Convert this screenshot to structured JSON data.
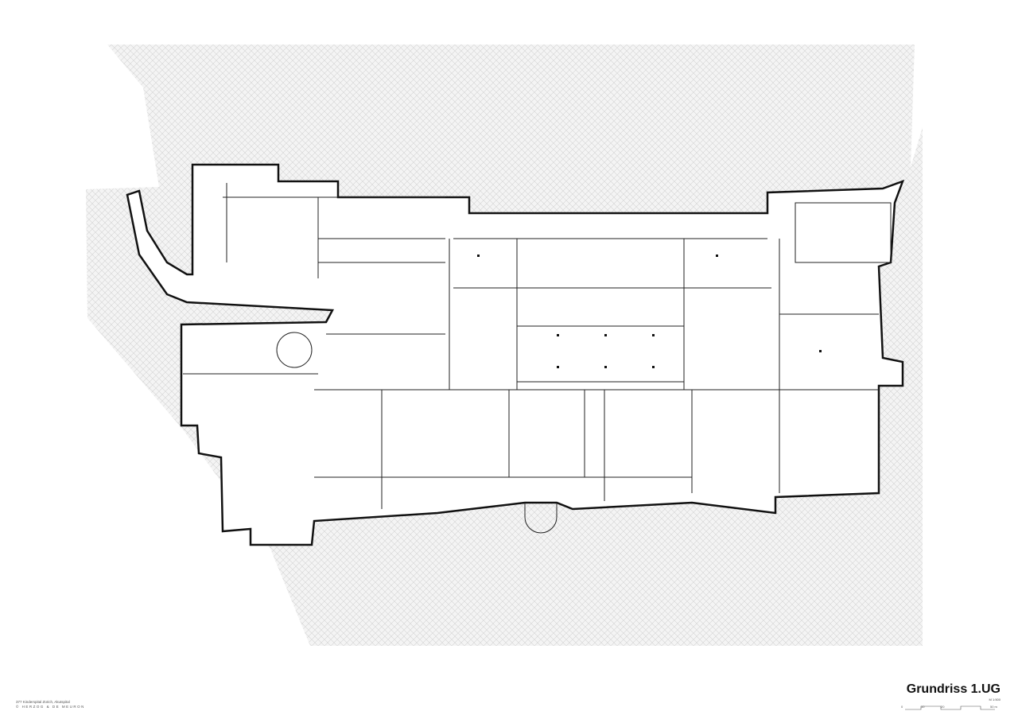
{
  "drawing": {
    "title": "Grundriss 1.UG",
    "scale": "M 1:500",
    "scalebar_labels": [
      "0",
      "10",
      "20",
      "50 m"
    ],
    "project": "377 Kinderspital Zürich, Akutspital",
    "architect": "© HERZOG & DE MEURON",
    "colors": {
      "wall": "#111111",
      "hatch": "#d8d8d8",
      "ground": "#f3f3f3"
    }
  }
}
